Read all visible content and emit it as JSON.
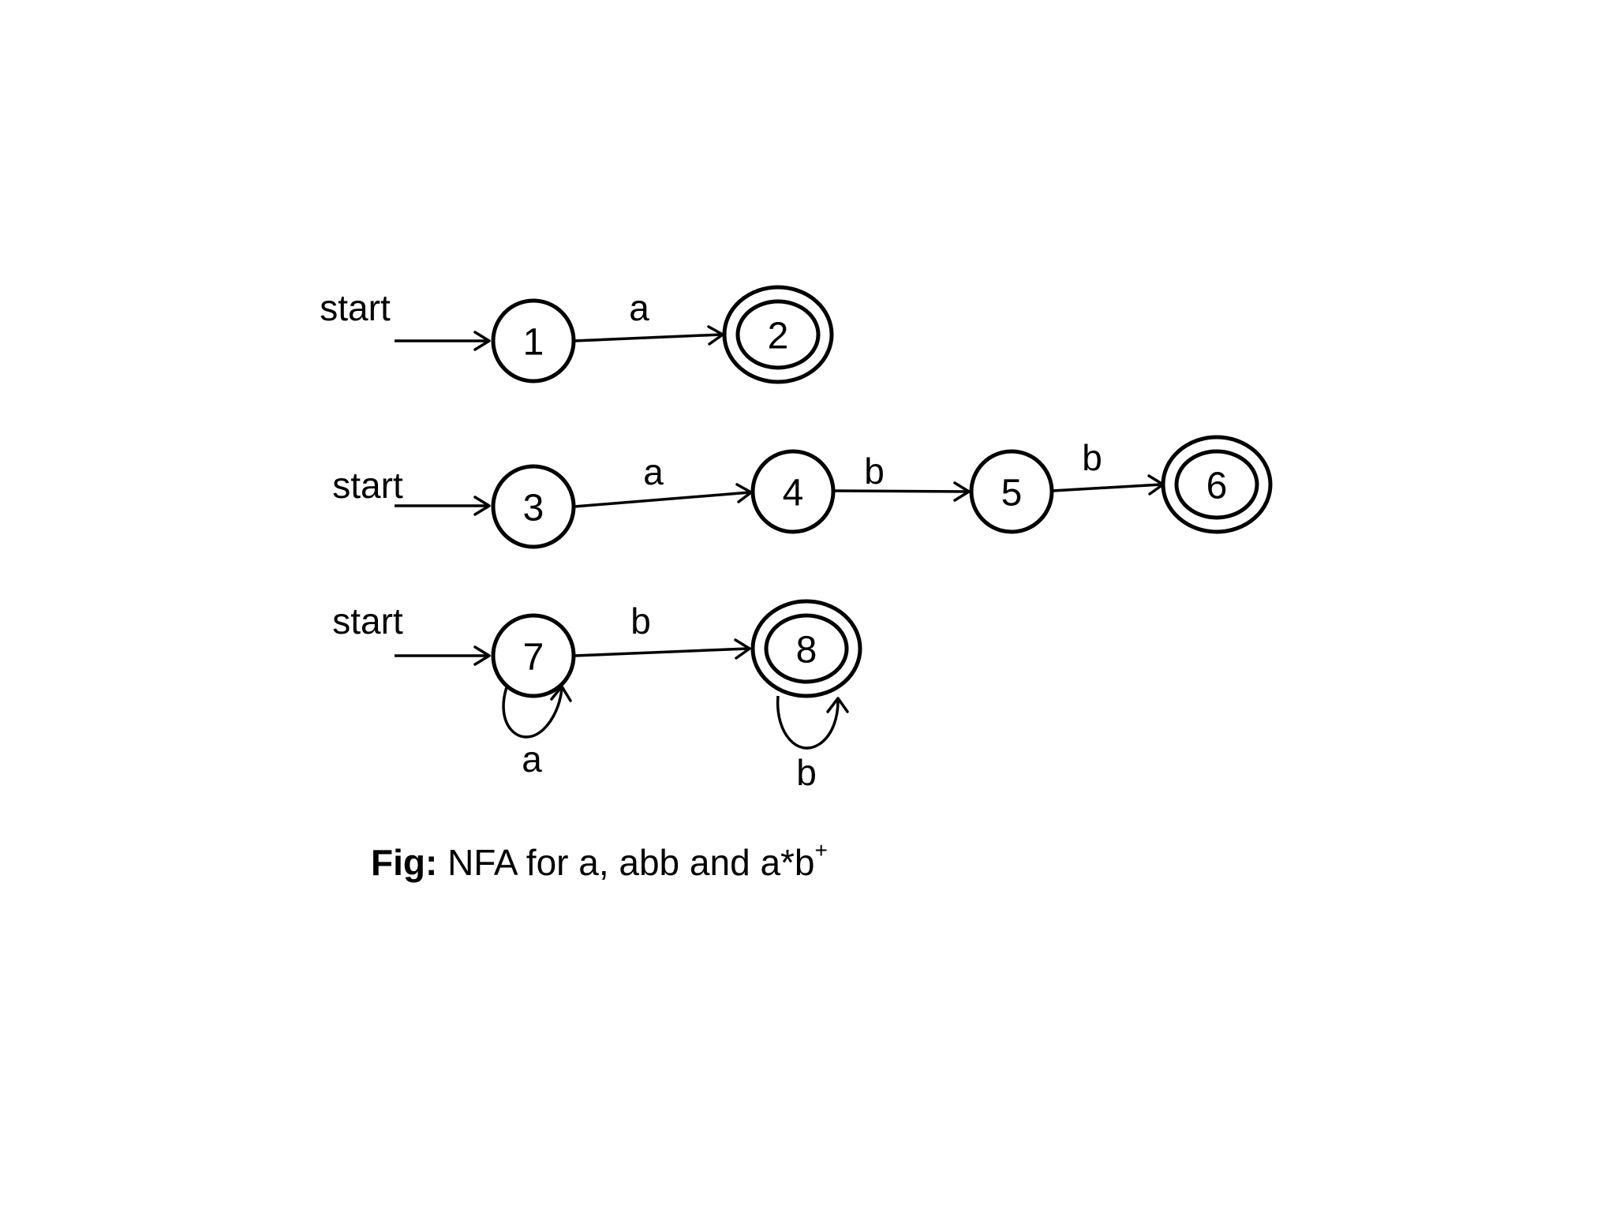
{
  "diagram": {
    "start_label": "start",
    "states": [
      {
        "id": "1",
        "accepting": false
      },
      {
        "id": "2",
        "accepting": true
      },
      {
        "id": "3",
        "accepting": false
      },
      {
        "id": "4",
        "accepting": false
      },
      {
        "id": "5",
        "accepting": false
      },
      {
        "id": "6",
        "accepting": true
      },
      {
        "id": "7",
        "accepting": false
      },
      {
        "id": "8",
        "accepting": true
      }
    ],
    "start_states": [
      "1",
      "3",
      "7"
    ],
    "transitions": [
      {
        "from": "1",
        "to": "2",
        "symbol": "a"
      },
      {
        "from": "3",
        "to": "4",
        "symbol": "a"
      },
      {
        "from": "4",
        "to": "5",
        "symbol": "b"
      },
      {
        "from": "5",
        "to": "6",
        "symbol": "b"
      },
      {
        "from": "7",
        "to": "8",
        "symbol": "b"
      },
      {
        "from": "7",
        "to": "7",
        "symbol": "a"
      },
      {
        "from": "8",
        "to": "8",
        "symbol": "b"
      }
    ]
  },
  "caption": {
    "bold": "Fig:",
    "text": "NFA for a, abb and a*b",
    "superscript": "+"
  }
}
